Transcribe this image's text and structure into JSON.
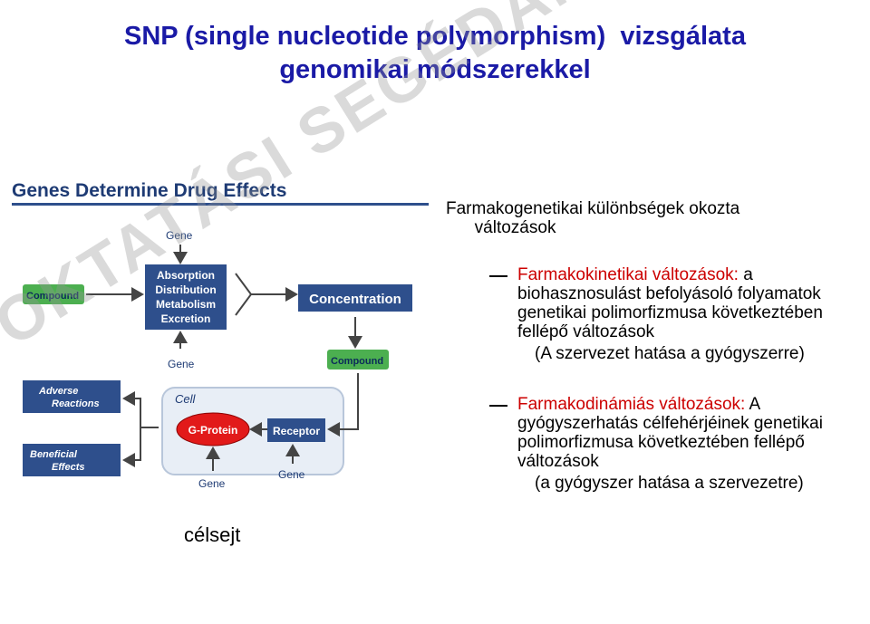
{
  "title": {
    "line1": "SNP (single nucleotide polymorphism)  vizsgálata",
    "line2": "genomikai módszerekkel"
  },
  "diagram": {
    "heading": "Genes Determine Drug Effects",
    "gene_top": "Gene",
    "compound_left": "Compound",
    "adme": [
      "Absorption",
      "Distribution",
      "Metabolism",
      "Excretion"
    ],
    "concentration": "Concentration",
    "gene_mid": "Gene",
    "compound_right": "Compound",
    "adverse": [
      "Adverse",
      "Reactions"
    ],
    "beneficial": [
      "Beneficial",
      "Effects"
    ],
    "cell": "Cell",
    "gprotein": "G-Protein",
    "receptor": "Receptor",
    "gene_bottom_left": "Gene",
    "gene_bottom_right": "Gene",
    "colors": {
      "blue_box": "#2e4f8c",
      "green_box": "#4caf50",
      "red_oval": "#e21a1a",
      "cell_fill": "#e8eef6"
    }
  },
  "text": {
    "heading": "Farmakogenetikai különbségek okozta\n      változások",
    "pk_label": "Farmakokinetikai változások:",
    "pk_rest": " a",
    "pk_lines": "biohasznosulást befolyásoló folyamatok\ngenetikai polimorfizmusa következtében\nfellépő változások",
    "pk_note": "(A szervezet hatása a gyógyszerre)",
    "pd_label": "Farmakodinámiás változások:",
    "pd_rest": " A",
    "pd_lines": "gyógyszerhatás célfehérjéinek genetikai\npolimorfizmusa következtében fellépő\nváltozások",
    "pd_note": "(a gyógyszer hatása a szervezetre)"
  },
  "celsejt": "célsejt",
  "watermark": "OKTATÁSI SEGÉDANYAG"
}
